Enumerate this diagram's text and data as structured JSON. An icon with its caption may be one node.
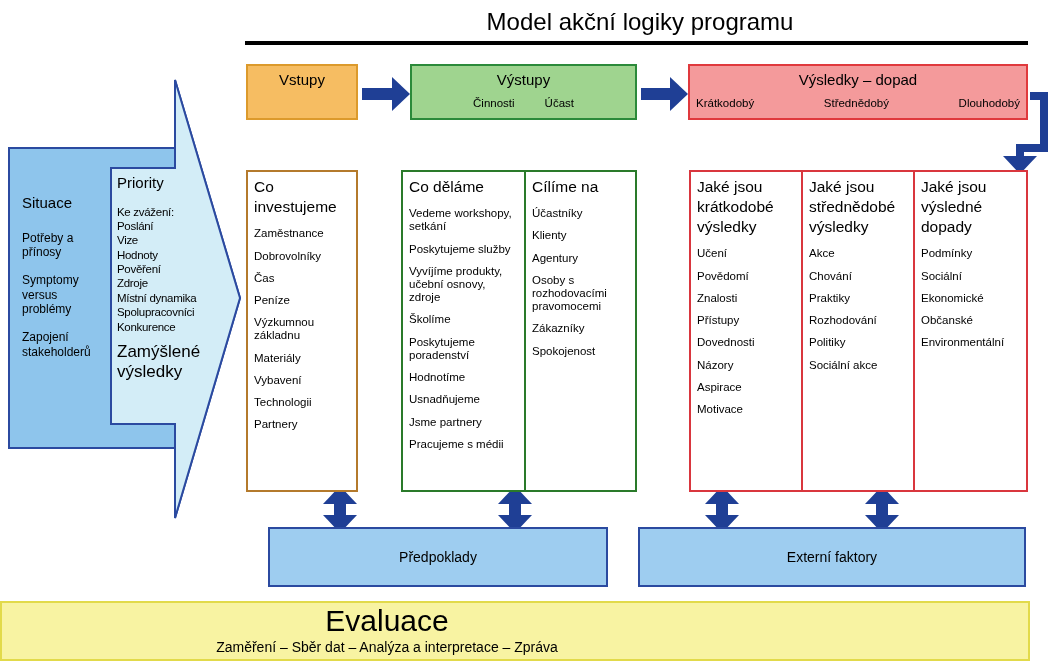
{
  "diagram": {
    "title": "Model akční logiky programu",
    "nodes": [
      {
        "text": [
          "Situace",
          "Potřeby a přínosy",
          "Symptomy versus problémy",
          "Zapojení stakeholderů"
        ]
      },
      {
        "text": [
          "Priority",
          "Ke zvážení:",
          "Poslání",
          "Vize",
          "Hodnoty",
          "Pověření",
          "Zdroje",
          "Místní dynamika",
          "Spolupracovníci",
          "Konkurence",
          "Zamýšlené výsledky"
        ],
        "in": 0
      },
      {
        "text": [
          "Vstupy"
        ]
      },
      {
        "text": [
          "Výstupy",
          "Činnosti",
          "Účast"
        ]
      },
      {
        "text": [
          "Výsledky – dopad",
          "Krátkodobý",
          "Střednědobý",
          "Dlouhodobý"
        ]
      },
      {
        "text": [
          "Co investujeme",
          "Zaměstnance",
          "Dobrovolníky",
          "Čas",
          "Peníze",
          "Výzkumnou základnu",
          "Materiály",
          "Vybavení",
          "Technologii",
          "Partnery"
        ]
      },
      {
        "text": [
          "Co děláme",
          "Vedeme workshopy, setkání",
          "Poskytujeme služby",
          "Vyvíjíme produkty, učební osnovy, zdroje",
          "Školíme",
          "Poskytujeme poradenství",
          "Hodnotíme",
          "Usnadňujeme",
          "Jsme partnery",
          "Pracujeme s médii"
        ]
      },
      {
        "text": [
          "Cílíme na",
          "Účastníky",
          "Klienty",
          "Agentury",
          "Osoby s rozhodovacími pravomocemi",
          "Zákazníky",
          "Spokojenost"
        ]
      },
      {
        "text": [
          "Jaké jsou krátkodobé výsledky",
          "Učení",
          "Povědomí",
          "Znalosti",
          "Přístupy",
          "Dovednosti",
          "Názory",
          "Aspirace",
          "Motivace"
        ]
      },
      {
        "text": [
          "Jaké jsou střednědobé výsledky",
          "Akce",
          "Chování",
          "Praktiky",
          "Rozhodování",
          "Politiky",
          "Sociální akce"
        ]
      },
      {
        "text": [
          "Jaké jsou výsledné dopady",
          "Podmínky",
          "Sociální",
          "Ekonomické",
          "Občanské",
          "Environmentální"
        ]
      },
      {
        "text": [
          "Předpoklady"
        ]
      },
      {
        "text": [
          "Externí faktory"
        ]
      },
      {
        "text": [
          "Evaluace",
          "Zaměření – Sběr dat – Analýza a interpretace – Zpráva"
        ]
      }
    ],
    "edges": [
      {
        "from": 2,
        "to": 3,
        "arrow": "to"
      },
      {
        "from": 3,
        "to": 4,
        "arrow": "to"
      },
      {
        "from": 11,
        "to": 5,
        "arrow": "both"
      },
      {
        "from": 11,
        "to": 6,
        "arrow": "both"
      },
      {
        "from": 12,
        "to": 8,
        "arrow": "both"
      },
      {
        "from": 12,
        "to": 9,
        "arrow": "both"
      },
      {
        "from": 4,
        "to": 10,
        "arrow": "to"
      }
    ]
  }
}
